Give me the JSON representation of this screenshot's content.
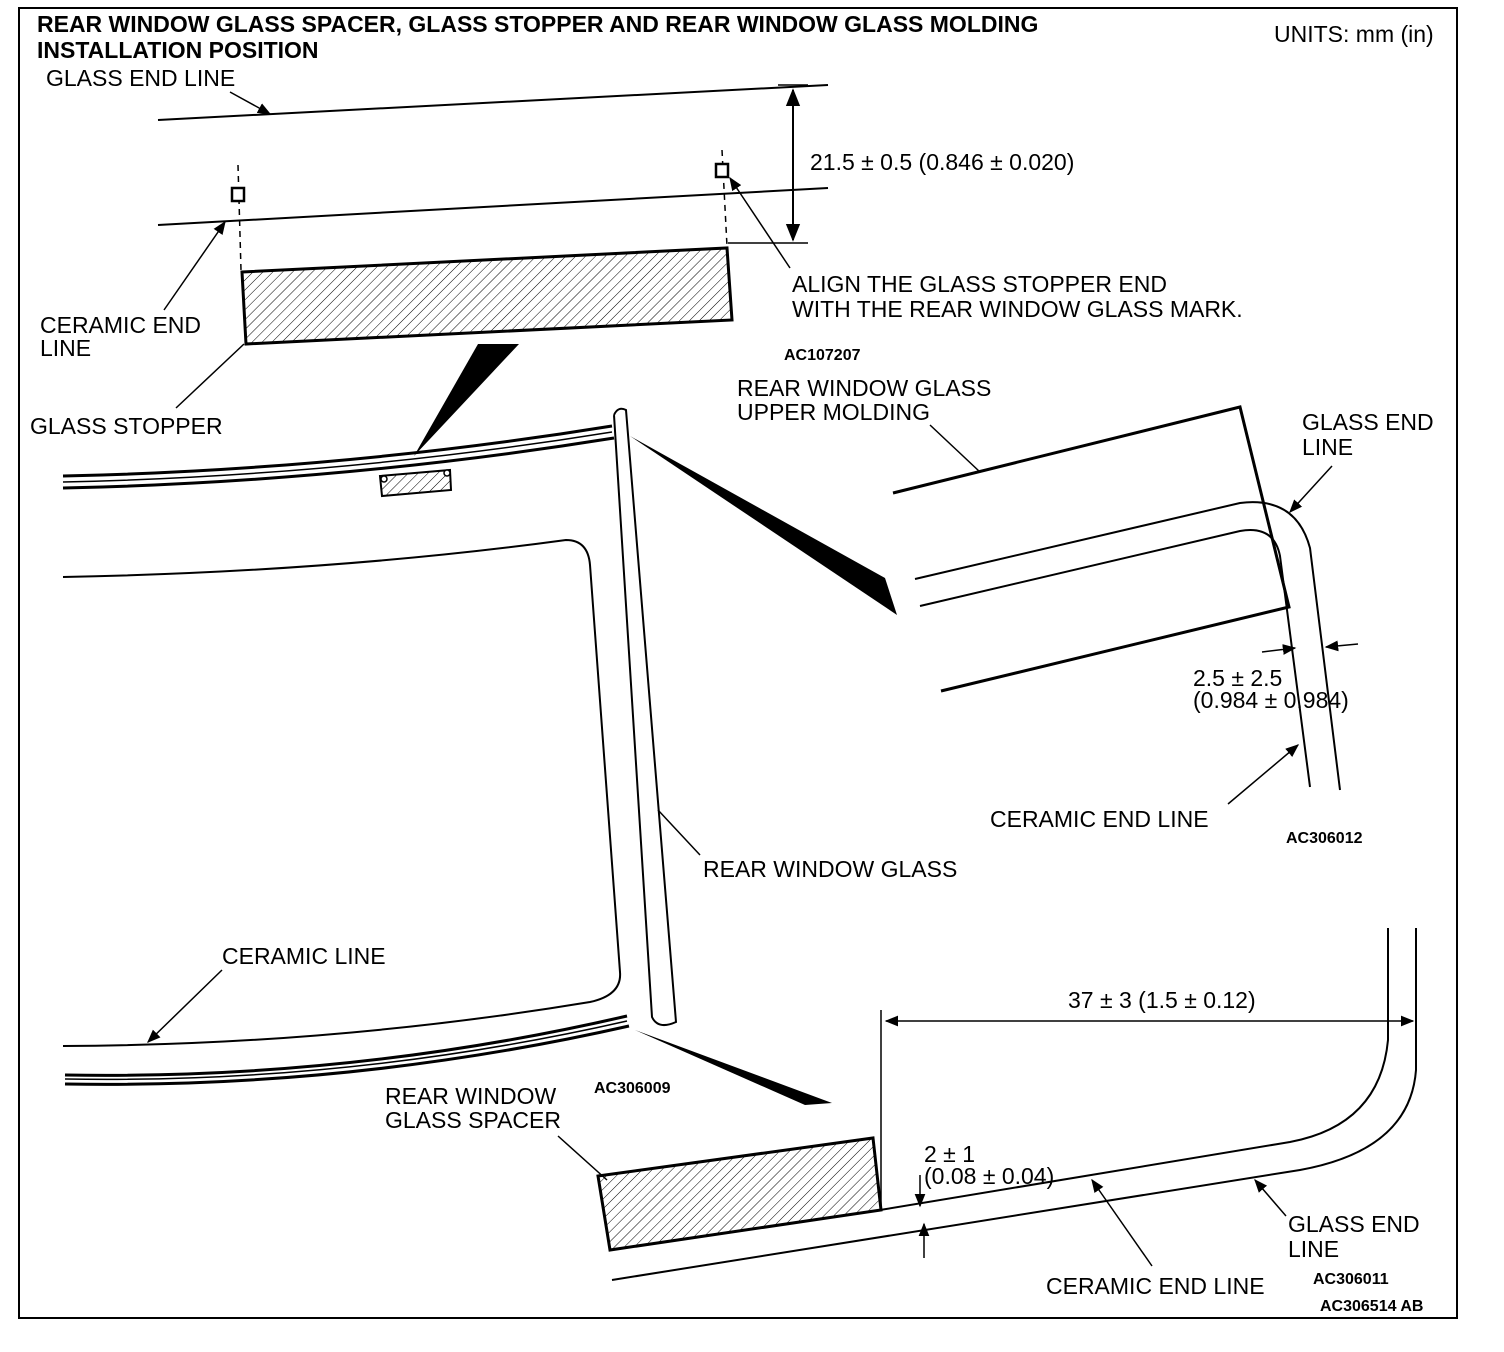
{
  "title": {
    "line1": "REAR WINDOW GLASS SPACER, GLASS STOPPER AND REAR WINDOW GLASS MOLDING",
    "line2": "INSTALLATION POSITION",
    "units": "UNITS: mm (in)"
  },
  "stopper_view": {
    "glass_end_line": "GLASS END LINE",
    "dimension": "21.5 ± 0.5 (0.846 ± 0.020)",
    "align_note_1": "ALIGN THE GLASS STOPPER END",
    "align_note_2": "WITH THE REAR WINDOW GLASS MARK.",
    "ceramic_end_line_1": "CERAMIC END",
    "ceramic_end_line_2": "LINE",
    "glass_stopper": "GLASS STOPPER",
    "figure_code": "AC107207"
  },
  "molding_view": {
    "upper_molding_1": "REAR WINDOW GLASS",
    "upper_molding_2": "UPPER MOLDING",
    "glass_end_line_1": "GLASS END",
    "glass_end_line_2": "LINE",
    "dimension_1": "2.5 ± 2.5",
    "dimension_2": "(0.984 ± 0.984)",
    "ceramic_end_line": "CERAMIC END LINE",
    "figure_code": "AC306012"
  },
  "overview": {
    "rear_window_glass": "REAR WINDOW GLASS",
    "ceramic_line": "CERAMIC LINE",
    "figure_code": "AC306009"
  },
  "spacer_view": {
    "spacer_1": "REAR WINDOW",
    "spacer_2": "GLASS SPACER",
    "dimension_horizontal": "37 ± 3 (1.5 ± 0.12)",
    "dimension_vertical_1": "2 ± 1",
    "dimension_vertical_2": "(0.08 ± 0.04)",
    "glass_end_line_1": "GLASS END",
    "glass_end_line_2": "LINE",
    "ceramic_end_line": "CERAMIC END LINE",
    "figure_code": "AC306011"
  },
  "footer_code": "AC306514 AB"
}
